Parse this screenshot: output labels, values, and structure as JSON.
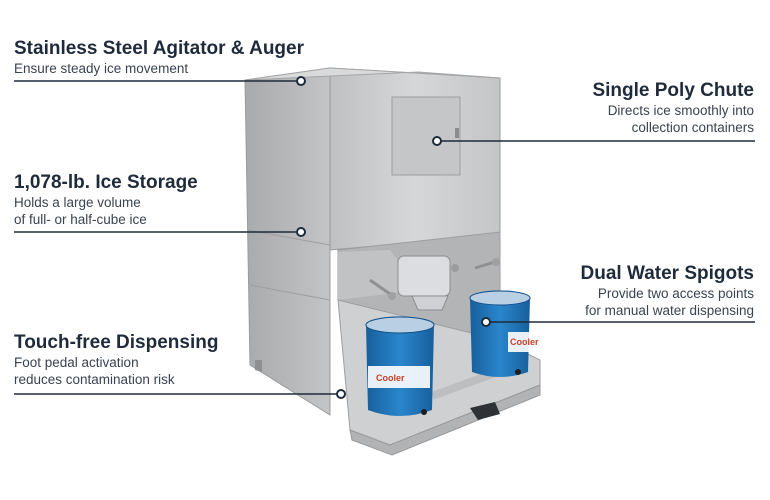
{
  "callouts": {
    "agitator": {
      "title": "Stainless Steel Agitator & Auger",
      "desc": "Ensure steady ice movement"
    },
    "storage": {
      "title": "1,078-lb. Ice Storage",
      "desc_line1": "Holds a large volume",
      "desc_line2": "of full- or half-cube ice"
    },
    "dispensing": {
      "title": "Touch-free Dispensing",
      "desc_line1": "Foot pedal activation",
      "desc_line2": "reduces contamination risk"
    },
    "chute": {
      "title": "Single Poly Chute",
      "desc_line1": "Directs ice smoothly into",
      "desc_line2": "collection containers"
    },
    "spigots": {
      "title": "Dual Water Spigots",
      "desc_line1": "Provide two access points",
      "desc_line2": "for manual water dispensing"
    }
  },
  "cooler_brand": "Cooler",
  "colors": {
    "leader_line": "#1f2b3b",
    "title": "#1f2b3b",
    "steel": "#c9cacc",
    "cooler_blue": "#1f73b7"
  }
}
